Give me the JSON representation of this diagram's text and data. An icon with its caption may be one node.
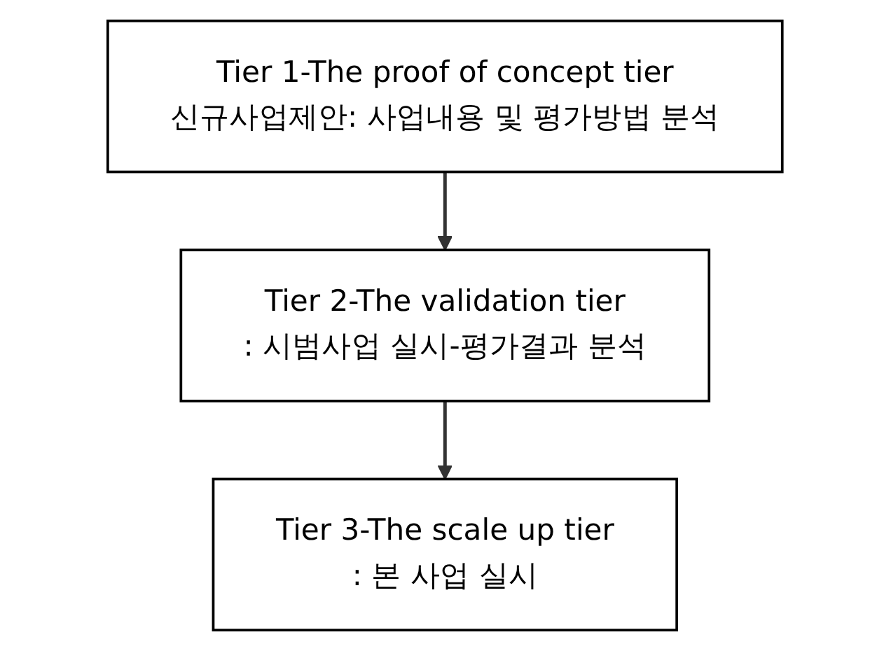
{
  "diagram": {
    "nodes": [
      {
        "text": [
          "Tier 1-The proof of concept tier",
          "신규사업제안: 사업내용 및 평가방법 분석"
        ]
      },
      {
        "text": [
          "Tier 2-The validation tier",
          ": 시범사업 실시-평가결과 분석"
        ]
      },
      {
        "text": [
          "Tier 3-The scale up tier",
          ": 본 사업 실시"
        ]
      }
    ],
    "edges": [
      {
        "from": 0,
        "to": 1,
        "arrow": "to"
      },
      {
        "from": 1,
        "to": 2,
        "arrow": "to"
      }
    ]
  }
}
